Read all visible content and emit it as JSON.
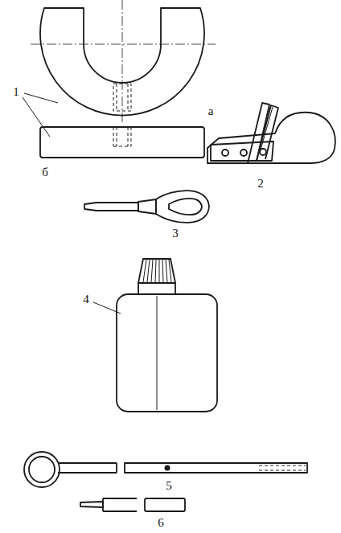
{
  "diagram": {
    "labels": [
      "1",
      "а",
      "б",
      "2",
      "3",
      "4",
      "5",
      "6"
    ]
  }
}
